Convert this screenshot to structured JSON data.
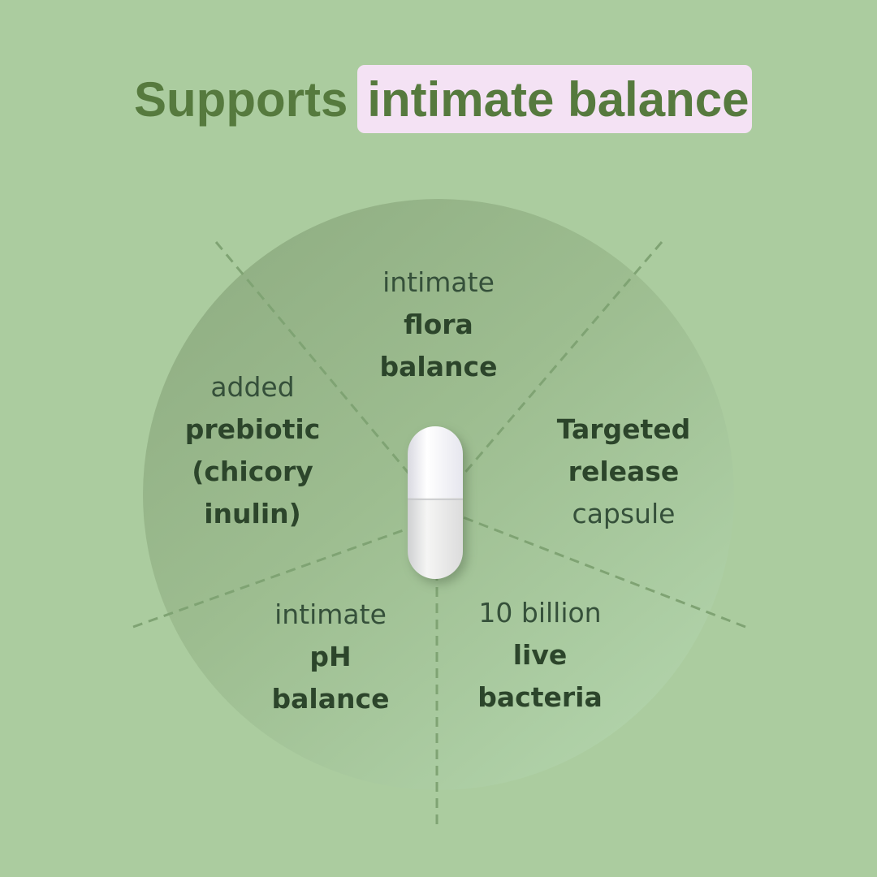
{
  "headline": {
    "plain": "Supports",
    "highlight": "intimate balance"
  },
  "colors": {
    "background": "#abcc9f",
    "headline_text": "#567a3e",
    "highlight_bg": "#f4e2f4",
    "wheel": "#9dbd90",
    "divider": "#7fa373",
    "label_text": "#2c452b"
  },
  "center_icon": "capsule-icon",
  "segments": {
    "top": {
      "line1": "intimate",
      "line2": "flora",
      "line3": "balance"
    },
    "left": {
      "line1": "added",
      "line2": "prebiotic",
      "line3": "(chicory",
      "line4": "inulin)"
    },
    "right": {
      "line1": "Targeted",
      "line2": "release",
      "line3": "capsule"
    },
    "bottom_left": {
      "line1": "intimate",
      "line2": "pH",
      "line3": "balance"
    },
    "bottom_right": {
      "line1": "10 billion",
      "line2": "live",
      "line3": "bacteria"
    }
  }
}
